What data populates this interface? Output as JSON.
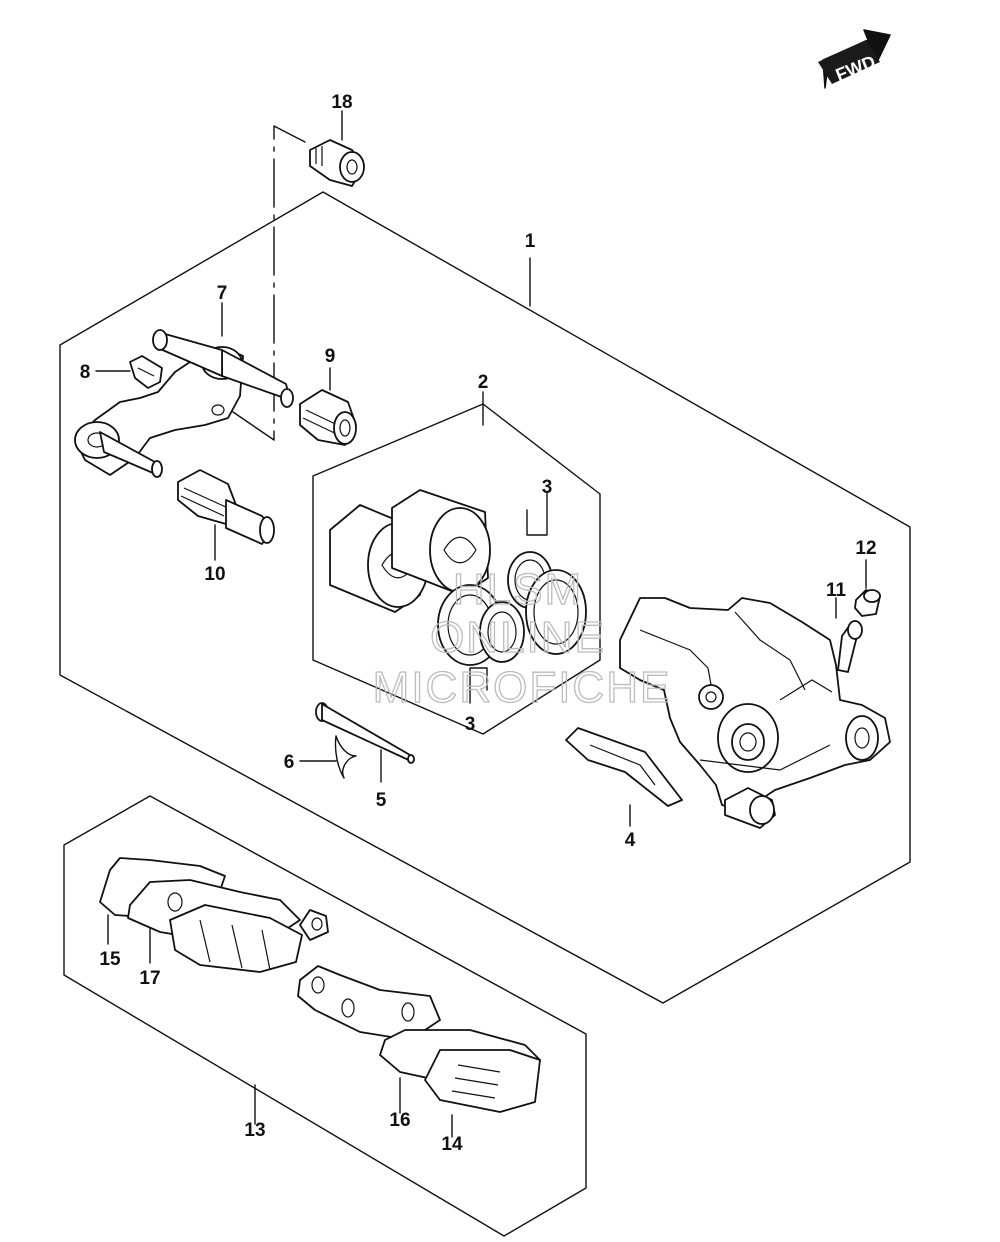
{
  "direction_badge": "FWD",
  "watermark": {
    "line1": "HLSM",
    "line2": "ONLINE",
    "line3": "MICROFICHE"
  },
  "callouts": [
    {
      "id": "1",
      "label": "1"
    },
    {
      "id": "2",
      "label": "2"
    },
    {
      "id": "3a",
      "label": "3"
    },
    {
      "id": "3b",
      "label": "3"
    },
    {
      "id": "4",
      "label": "4"
    },
    {
      "id": "5",
      "label": "5"
    },
    {
      "id": "6",
      "label": "6"
    },
    {
      "id": "7",
      "label": "7"
    },
    {
      "id": "8",
      "label": "8"
    },
    {
      "id": "9",
      "label": "9"
    },
    {
      "id": "10",
      "label": "10"
    },
    {
      "id": "11",
      "label": "11"
    },
    {
      "id": "12",
      "label": "12"
    },
    {
      "id": "13",
      "label": "13"
    },
    {
      "id": "14",
      "label": "14"
    },
    {
      "id": "15",
      "label": "15"
    },
    {
      "id": "16",
      "label": "16"
    },
    {
      "id": "17",
      "label": "17"
    },
    {
      "id": "18",
      "label": "18"
    }
  ]
}
